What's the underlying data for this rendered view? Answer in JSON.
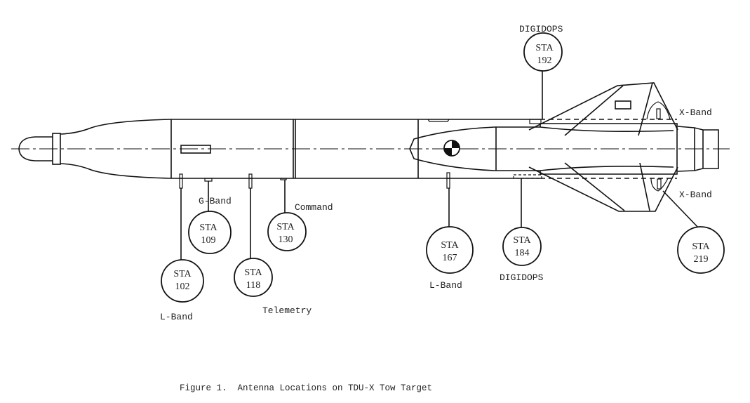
{
  "figure": {
    "caption": "Figure 1.  Antenna Locations on TDU-X Tow Target",
    "subject": "TDU-X Tow Target"
  },
  "stations": [
    {
      "id": "sta-102",
      "line1": "STA",
      "line2": "102",
      "band": "L-Band"
    },
    {
      "id": "sta-109",
      "line1": "STA",
      "line2": "109",
      "band": "G-Band"
    },
    {
      "id": "sta-118",
      "line1": "STA",
      "line2": "118",
      "band": "Telemetry"
    },
    {
      "id": "sta-130",
      "line1": "STA",
      "line2": "130",
      "band": "Command"
    },
    {
      "id": "sta-167",
      "line1": "STA",
      "line2": "167",
      "band": "L-Band"
    },
    {
      "id": "sta-184",
      "line1": "STA",
      "line2": "184",
      "band": "DIGIDOPS"
    },
    {
      "id": "sta-192",
      "line1": "STA",
      "line2": "192",
      "band": "DIGIDOPS"
    },
    {
      "id": "sta-219",
      "line1": "STA",
      "line2": "219",
      "band": "X-Band"
    }
  ],
  "labels": {
    "x_band_top": "X-Band",
    "x_band_bottom": "X-Band"
  },
  "colors": {
    "ink": "#111111",
    "paper": "#ffffff"
  }
}
